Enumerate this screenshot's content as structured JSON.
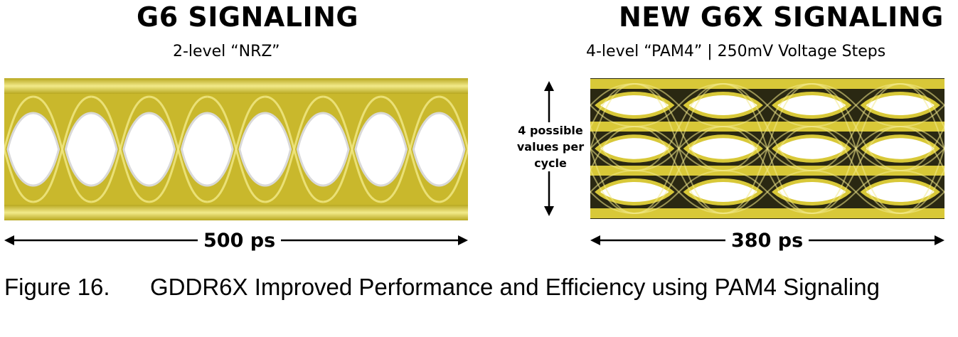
{
  "left": {
    "title": "G6 SIGNALING",
    "subtitle": "2-level “NRZ”",
    "duration_label": "500 ps"
  },
  "right": {
    "title": "NEW G6X SIGNALING",
    "subtitle": "4-level “PAM4”  |  250mV Voltage Steps",
    "duration_label": "380 ps",
    "levels_note": [
      "4 possible",
      "values per",
      "cycle"
    ]
  },
  "caption": {
    "number": "Figure 16.",
    "text": "GDDR6X Improved Performance and Efficiency using PAM4 Signaling"
  },
  "colors": {
    "eye_gold": "#d8c838",
    "eye_bright": "#f2ea8a",
    "eye_dark": "#2a2812"
  }
}
